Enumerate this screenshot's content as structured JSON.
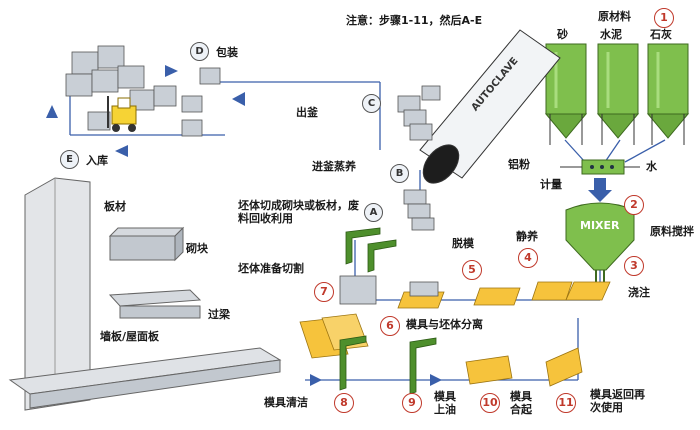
{
  "note": "注意：步骤1-11，然后A-E",
  "colors": {
    "flow": "#3a5faa",
    "mold": "#f6c33c",
    "silo": "#7fbf4d",
    "cell": "#c9cfd6",
    "step": "#c0392b"
  },
  "materials": {
    "title": "原材料",
    "sand": "砂",
    "cement": "水泥",
    "lime": "石灰",
    "aluminum": "铝粉",
    "water": "水",
    "metering": "计量"
  },
  "mixer_text": "MIXER",
  "autoclave_text": "AUTOCLAVE",
  "steps": [
    {
      "num": "1",
      "label": ""
    },
    {
      "num": "2",
      "label": "原料搅拌"
    },
    {
      "num": "3",
      "label": "浇注"
    },
    {
      "num": "4",
      "label": "静养"
    },
    {
      "num": "5",
      "label": "脱模"
    },
    {
      "num": "6",
      "label": "模具与坯体分离"
    },
    {
      "num": "7",
      "label": "坯体准备切割"
    },
    {
      "num": "8",
      "label": "模具清洁"
    },
    {
      "num": "9",
      "label": "模具上油"
    },
    {
      "num": "10",
      "label": "模具合起"
    },
    {
      "num": "11",
      "label": "模具返回再次使用"
    }
  ],
  "stages": [
    {
      "letter": "A",
      "label": "坯体切成砌块或板材，废料回收利用"
    },
    {
      "letter": "B",
      "label": "进釜蒸养"
    },
    {
      "letter": "C",
      "label": "出釜"
    },
    {
      "letter": "D",
      "label": "包装"
    },
    {
      "letter": "E",
      "label": "入库"
    }
  ],
  "products": [
    "板材",
    "砌块",
    "过梁",
    "墙板/屋面板"
  ]
}
